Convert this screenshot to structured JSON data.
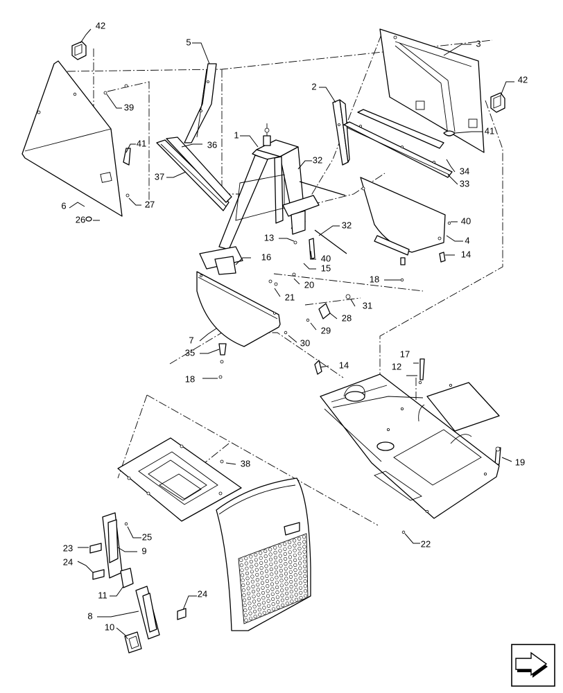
{
  "callouts": [
    "1",
    "2",
    "3",
    "4",
    "5",
    "6",
    "7",
    "8",
    "9",
    "10",
    "11",
    "12",
    "13",
    "14",
    "14",
    "15",
    "16",
    "17",
    "18",
    "18",
    "19",
    "20",
    "21",
    "22",
    "23",
    "24",
    "24",
    "25",
    "26",
    "27",
    "28",
    "29",
    "30",
    "31",
    "32",
    "32",
    "33",
    "34",
    "35",
    "36",
    "37",
    "38",
    "39",
    "40",
    "40",
    "41",
    "41",
    "42",
    "42"
  ],
  "nav": {
    "icon": "next-page-arrow-icon"
  }
}
